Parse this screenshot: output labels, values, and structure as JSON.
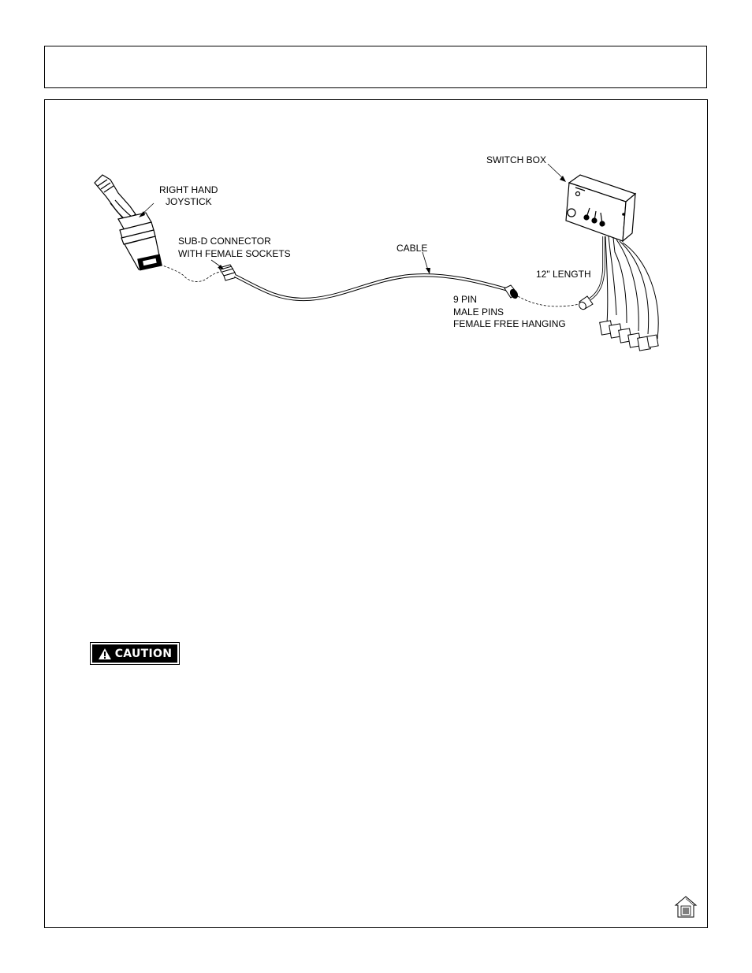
{
  "diagram": {
    "labels": {
      "joystick_line1": "RIGHT HAND",
      "joystick_line2": "JOYSTICK",
      "subd_line1": "SUB-D CONNECTOR",
      "subd_line2": "WITH FEMALE SOCKETS",
      "cable": "CABLE",
      "switch_box": "SWITCH BOX",
      "length": "12\" LENGTH",
      "pin_line1": "9 PIN",
      "pin_line2": "MALE PINS",
      "pin_line3": "FEMALE FREE HANGING"
    }
  },
  "caution": {
    "label": "CAUTION"
  },
  "icons": {
    "warning": "warning-triangle-icon",
    "home": "home-icon"
  }
}
